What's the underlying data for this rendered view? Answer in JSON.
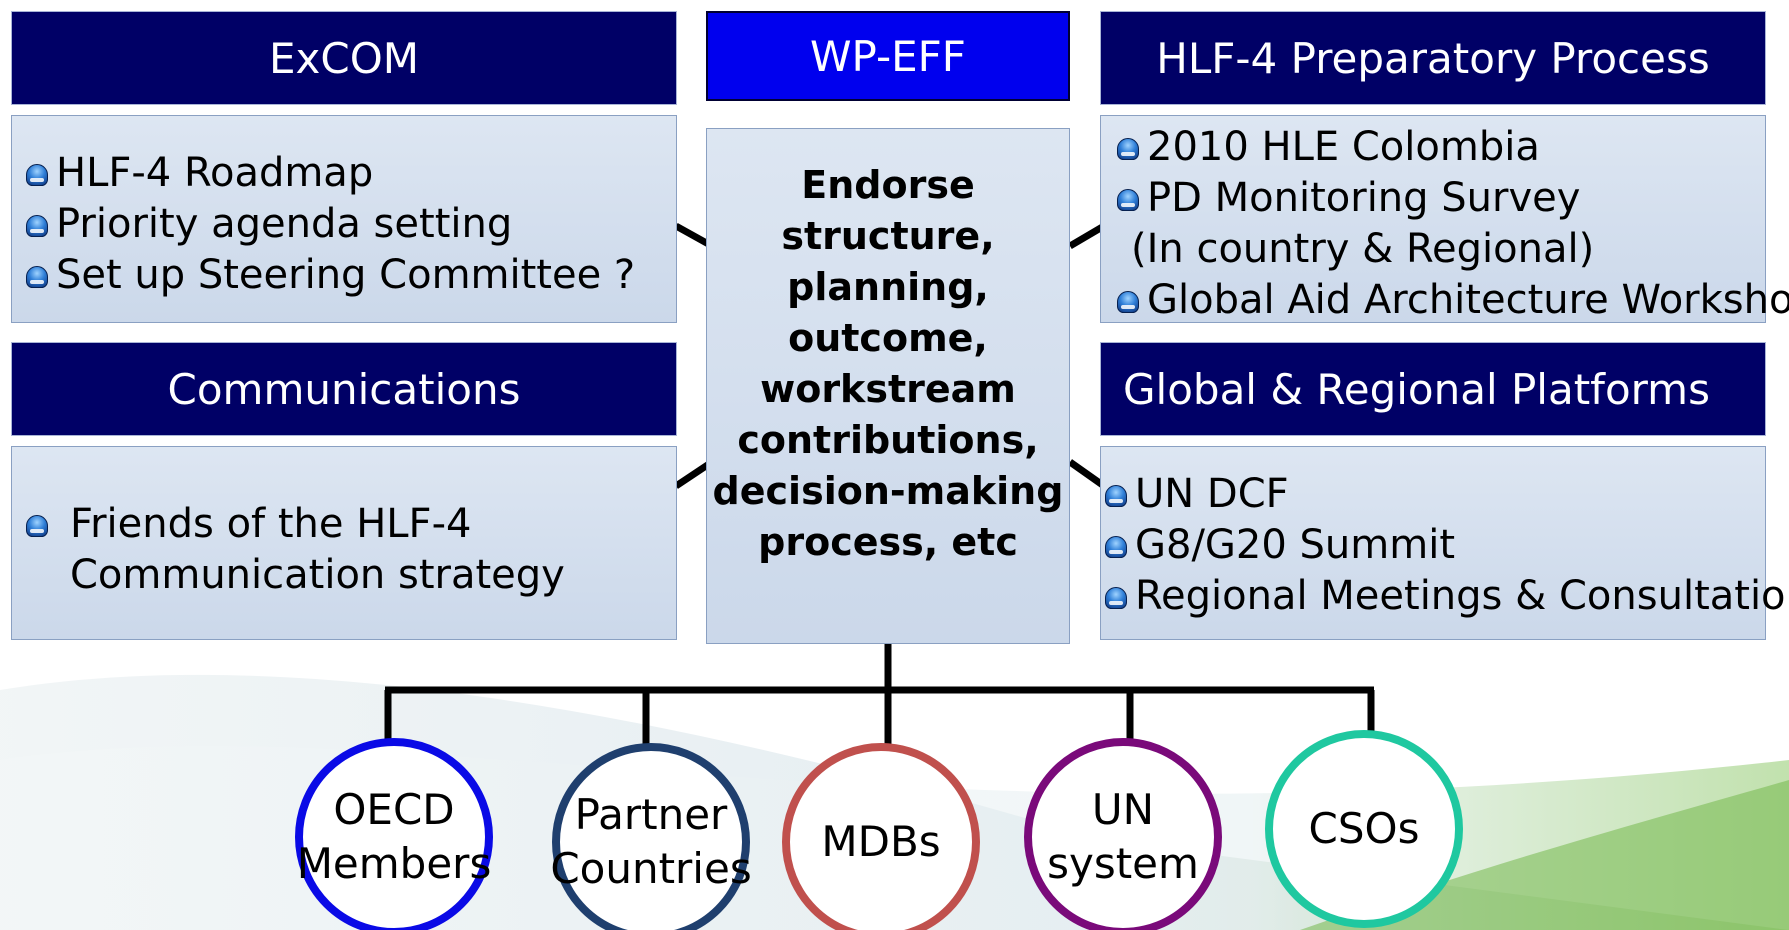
{
  "colors": {
    "header_navy": "#000066",
    "header_blue": "#0000ee",
    "panel_fill": "#d4deee",
    "oecd": "#0a0ae6",
    "partner": "#1f3f6e",
    "mdbs": "#c0504d",
    "un": "#7a0a7a",
    "csos": "#1fc8a0"
  },
  "headers": {
    "excom": "ExCOM",
    "wpeff": "WP-EFF",
    "hlf4": "HLF-4 Preparatory Process",
    "communications": "Communications",
    "platforms": "Global & Regional Platforms"
  },
  "excom_items": [
    "HLF-4 Roadmap",
    "Priority agenda setting",
    "Set up Steering Committee ?"
  ],
  "comm_items": {
    "line1": "Friends of the HLF-4",
    "line2": "Communication strategy"
  },
  "hlf4_items": {
    "item1": "2010 HLE Colombia",
    "item2": "PD Monitoring Survey",
    "item2_cont": "(In country & Regional)",
    "item3": "Global Aid Architecture Workshop"
  },
  "platform_items": [
    "UN DCF",
    "G8/G20 Summit",
    "Regional Meetings & Consultation"
  ],
  "center_lines": [
    "Endorse",
    "structure,",
    "planning,",
    "outcome,",
    "workstream",
    "contributions,",
    "decision-making",
    "process, etc"
  ],
  "members": [
    {
      "line1": "OECD",
      "line2": "Members",
      "icon": "circle-node"
    },
    {
      "line1": "Partner",
      "line2": "Countries",
      "icon": "circle-node"
    },
    {
      "line1": "MDBs",
      "line2": "",
      "icon": "circle-node"
    },
    {
      "line1": "UN",
      "line2": "system",
      "icon": "circle-node"
    },
    {
      "line1": "CSOs",
      "line2": "",
      "icon": "circle-node"
    }
  ]
}
